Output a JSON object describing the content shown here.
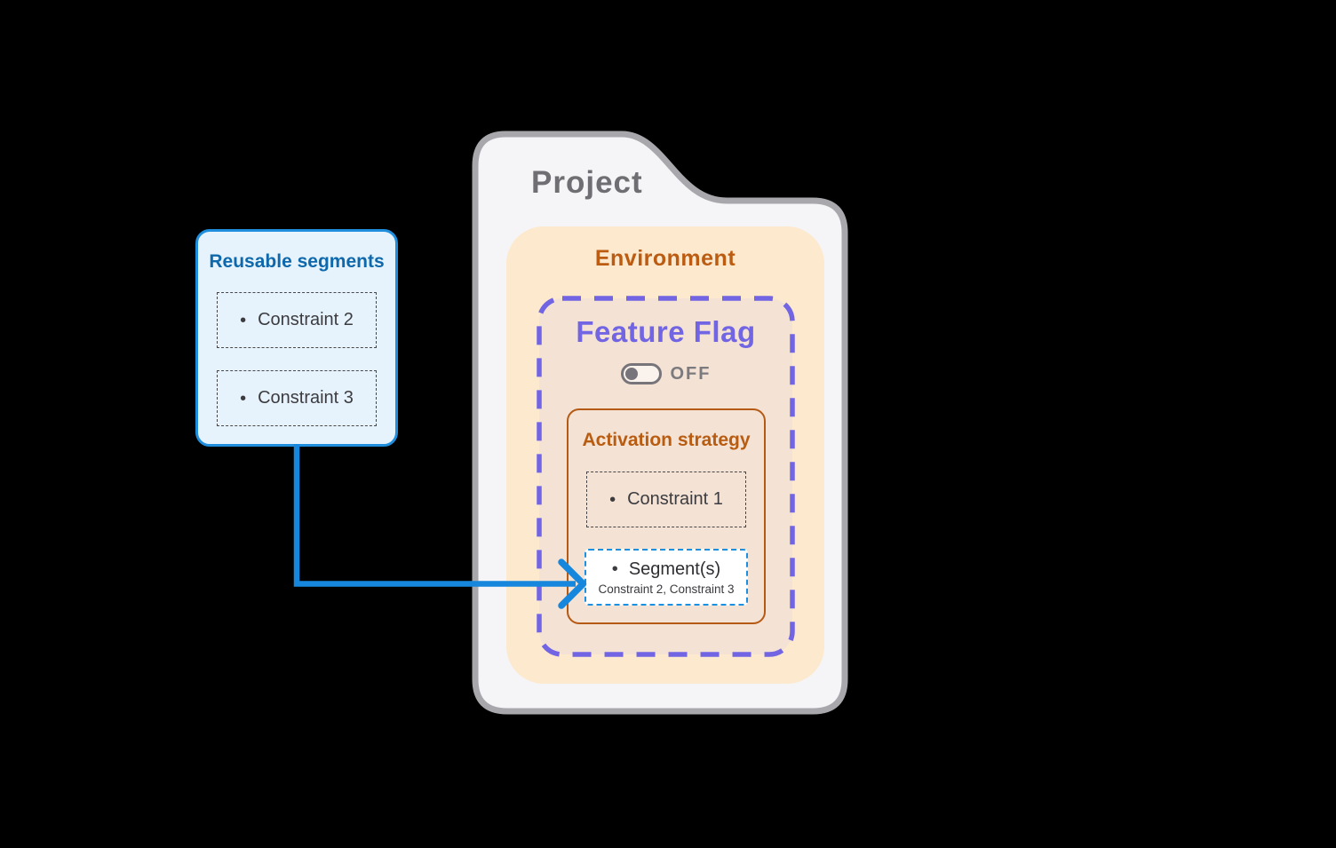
{
  "project": {
    "title": "Project",
    "environment": {
      "title": "Environment",
      "feature_flag": {
        "title": "Feature Flag",
        "toggle": {
          "state": "off",
          "label": "OFF"
        },
        "activation_strategy": {
          "title": "Activation strategy",
          "constraint": {
            "bullet": "•",
            "label": "Constraint 1"
          },
          "segments": {
            "bullet": "•",
            "label": "Segment(s)",
            "detail": "Constraint 2, Constraint 3"
          }
        }
      }
    }
  },
  "reusable_segments": {
    "title": "Reusable segments",
    "items": [
      {
        "bullet": "•",
        "label": "Constraint 2"
      },
      {
        "bullet": "•",
        "label": "Constraint 3"
      }
    ]
  },
  "colors": {
    "arrow_blue": "#1787dd",
    "segment_border_blue": "#1b8fe0",
    "reusable_border_blue": "#1e8edd",
    "reusable_title_blue": "#0e68ab",
    "purple": "#7165e3",
    "orange_title": "#bb5c12",
    "orange_border": "#b55a14",
    "folder_fill": "#f5f5f8",
    "folder_border": "#a8a8ac",
    "environment_fill": "#fde9cd",
    "feature_flag_fill": "#f4e2d4",
    "project_text": "#6f6f73",
    "toggle_gray": "#77757a",
    "text_dark": "#3c3c40",
    "background": "#000000"
  }
}
